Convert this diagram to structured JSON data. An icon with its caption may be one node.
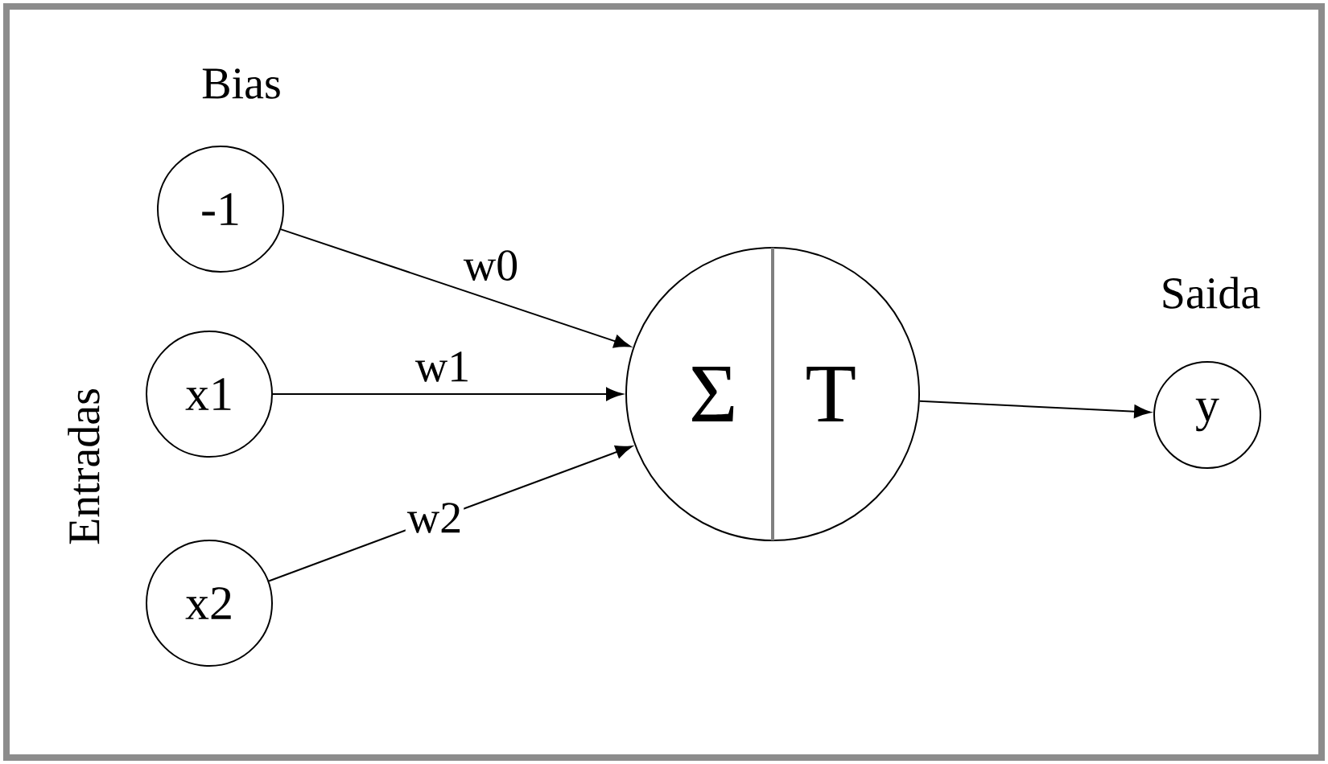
{
  "diagram": {
    "nodes": [
      {
        "text": [
          "-1"
        ],
        "beside": [
          "Bias"
        ]
      },
      {
        "text": [
          "x1"
        ]
      },
      {
        "text": [
          "x2"
        ]
      },
      {
        "text": [
          "Σ",
          "T"
        ]
      },
      {
        "text": [
          "y"
        ],
        "beside": [
          "Saida"
        ]
      }
    ],
    "edges": [
      {
        "from": 0,
        "to": 3,
        "arrow": "to",
        "label": "w0"
      },
      {
        "from": 1,
        "to": 3,
        "arrow": "to",
        "label": "w1"
      },
      {
        "from": 2,
        "to": 3,
        "arrow": "to",
        "label": "w2"
      },
      {
        "from": 3,
        "to": 4,
        "arrow": "to"
      }
    ],
    "labels": [
      "Entradas"
    ]
  }
}
